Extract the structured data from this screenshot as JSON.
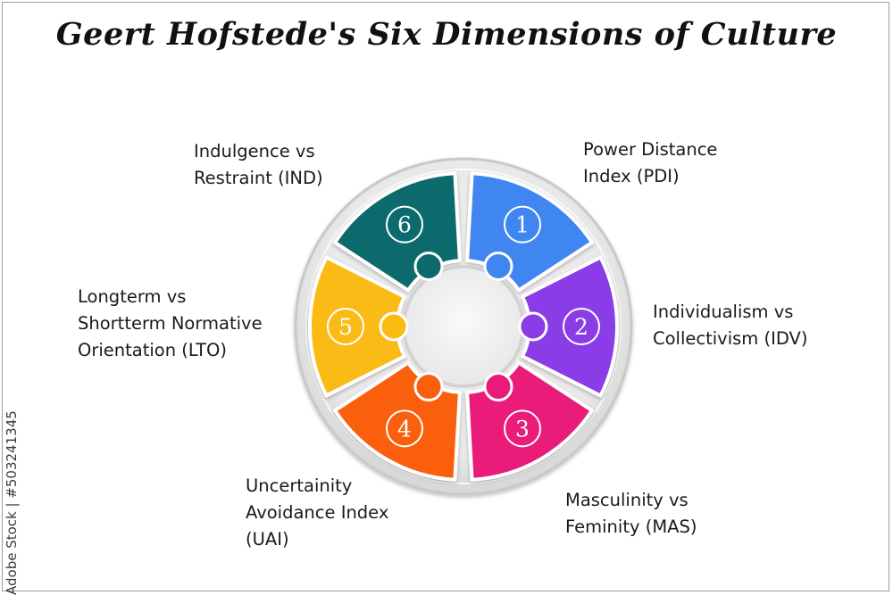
{
  "title": "Geert Hofstede's Six Dimensions of Culture",
  "dimensions": [
    {
      "number": "1",
      "line1": "Power Distance",
      "line2": "Index (PDI)",
      "line3": "",
      "color": "#3f86f0"
    },
    {
      "number": "2",
      "line1": "Individualism vs",
      "line2": "Collectivism (IDV)",
      "line3": "",
      "color": "#8a3ce6"
    },
    {
      "number": "3",
      "line1": "Masculinity vs",
      "line2": "Feminity (MAS)",
      "line3": "",
      "color": "#ea1a7a"
    },
    {
      "number": "4",
      "line1": "Uncertainity",
      "line2": "Avoidance Index",
      "line3": "(UAI)",
      "color": "#fa5f0e"
    },
    {
      "number": "5",
      "line1": "Longterm vs",
      "line2": "Shortterm Normative",
      "line3": "Orientation (LTO)",
      "color": "#fbbb12"
    },
    {
      "number": "6",
      "line1": "Indulgence vs",
      "line2": "Restraint (IND)",
      "line3": "",
      "color": "#0c6a6c"
    }
  ],
  "watermark": "Adobe Stock | #503241345"
}
